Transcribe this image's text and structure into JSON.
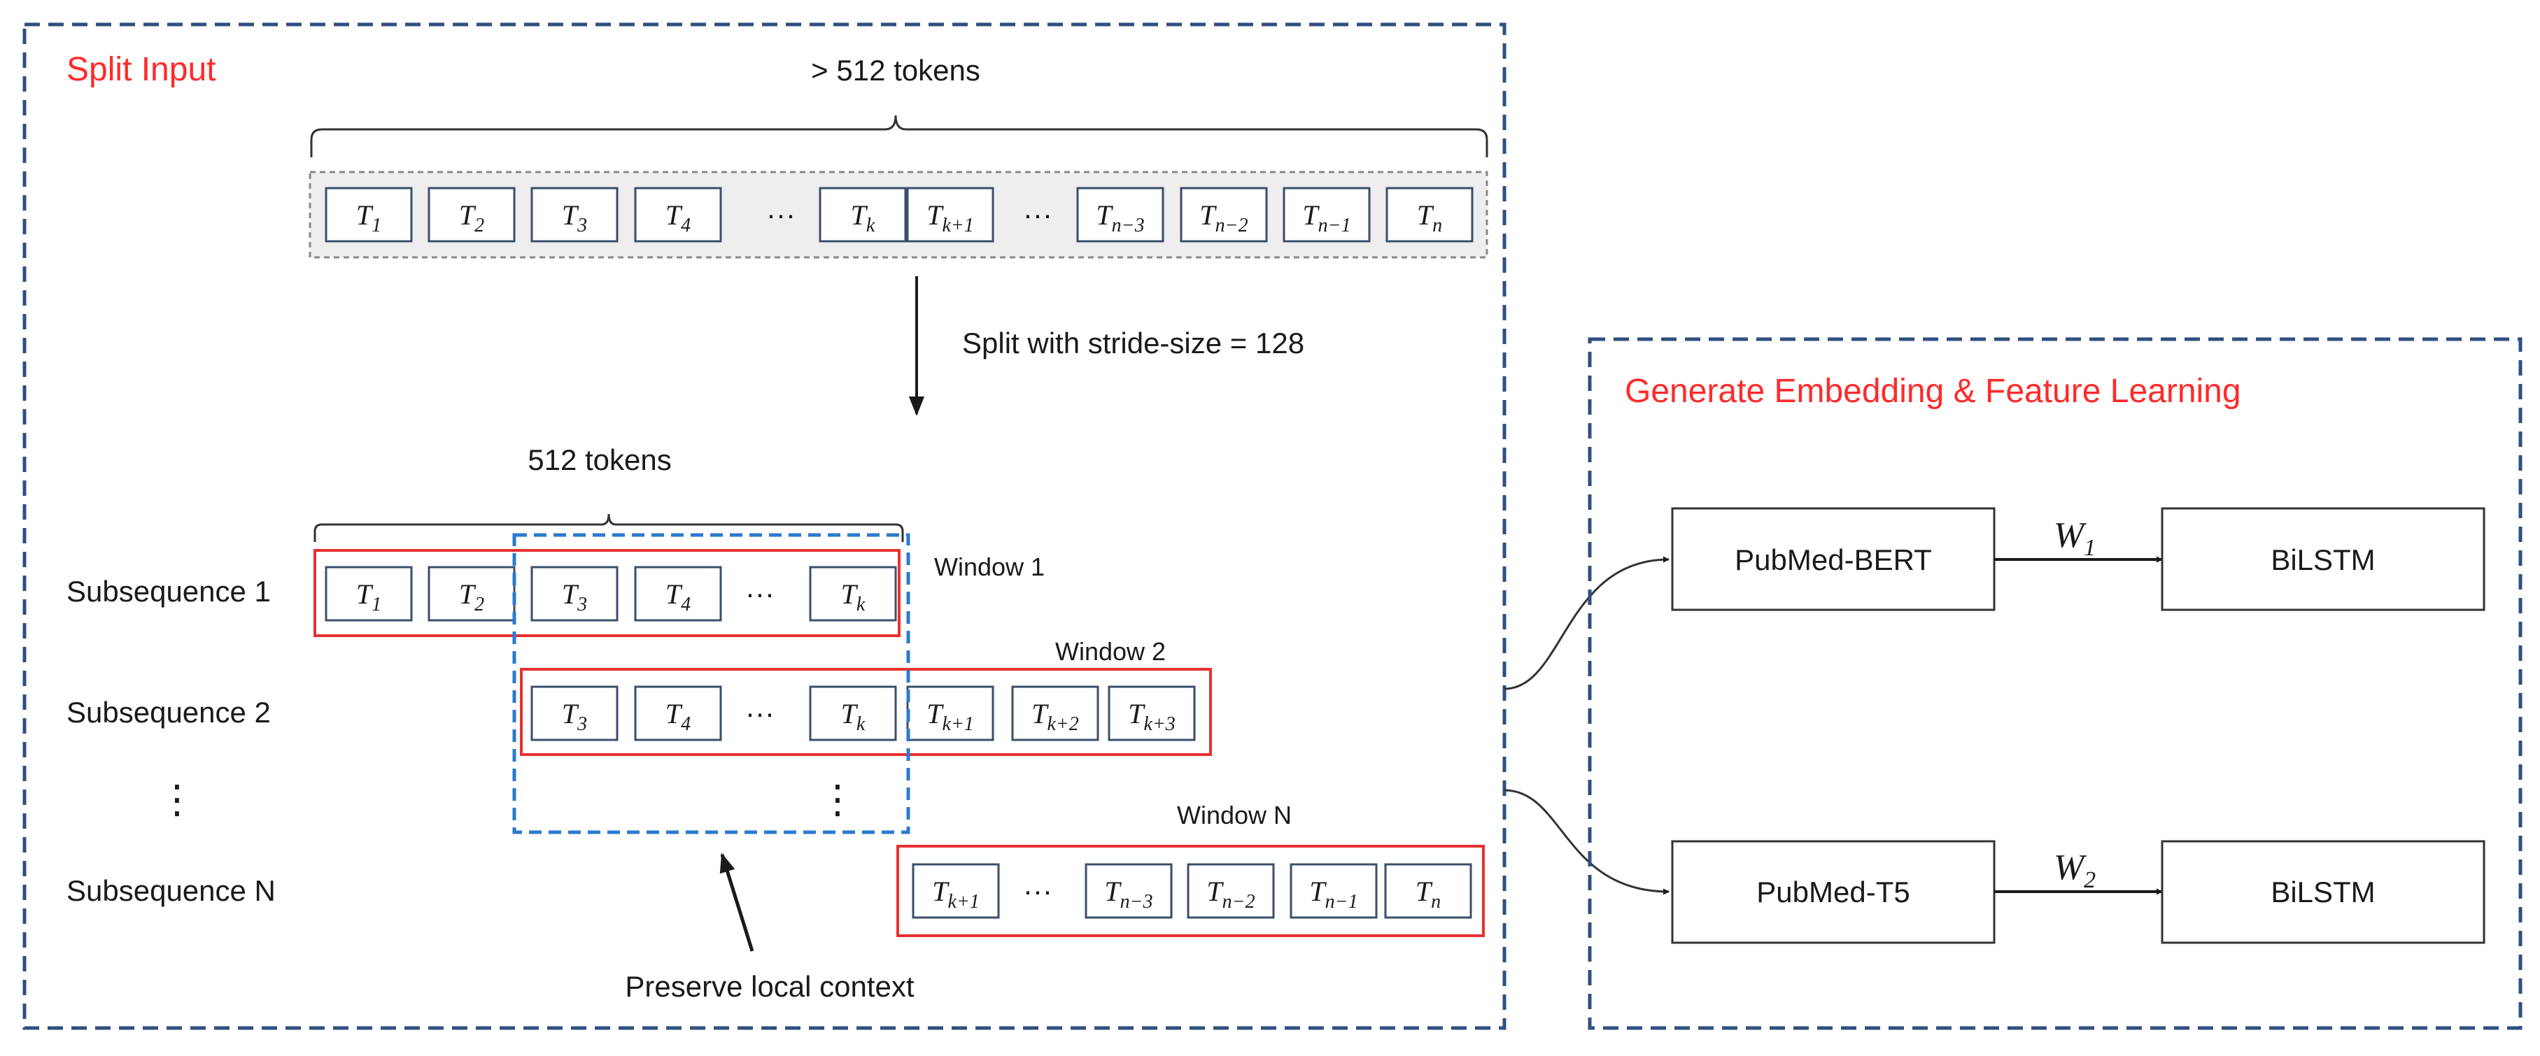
{
  "split_panel": {
    "title": "Split Input",
    "top_label": "> 512 tokens",
    "split_label": "Split with stride-size = 128",
    "window_label": "512 tokens",
    "context_label": "Preserve local context",
    "input_tokens": [
      {
        "b": "T",
        "s": "1"
      },
      {
        "b": "T",
        "s": "2"
      },
      {
        "b": "T",
        "s": "3"
      },
      {
        "b": "T",
        "s": "4"
      },
      {
        "b": "···",
        "s": ""
      },
      {
        "b": "T",
        "s": "k"
      },
      {
        "b": "T",
        "s": "k+1"
      },
      {
        "b": "···",
        "s": ""
      },
      {
        "b": "T",
        "s": "n−3"
      },
      {
        "b": "T",
        "s": "n−2"
      },
      {
        "b": "T",
        "s": "n−1"
      },
      {
        "b": "T",
        "s": "n"
      }
    ],
    "rows": [
      {
        "label": "Subsequence 1",
        "window": "Window 1",
        "tokens": [
          {
            "b": "T",
            "s": "1"
          },
          {
            "b": "T",
            "s": "2"
          },
          {
            "b": "T",
            "s": "3"
          },
          {
            "b": "T",
            "s": "4"
          },
          {
            "b": "···",
            "s": ""
          },
          {
            "b": "T",
            "s": "k"
          }
        ]
      },
      {
        "label": "Subsequence 2",
        "window": "Window 2",
        "tokens": [
          {
            "b": "T",
            "s": "3"
          },
          {
            "b": "T",
            "s": "4"
          },
          {
            "b": "···",
            "s": ""
          },
          {
            "b": "T",
            "s": "k"
          },
          {
            "b": "T",
            "s": "k+1"
          },
          {
            "b": "T",
            "s": "k+2"
          },
          {
            "b": "T",
            "s": "k+3"
          }
        ]
      },
      {
        "label": "Subsequence N",
        "window": "Window N",
        "tokens": [
          {
            "b": "T",
            "s": "k+1"
          },
          {
            "b": "···",
            "s": ""
          },
          {
            "b": "T",
            "s": "n−3"
          },
          {
            "b": "T",
            "s": "n−2"
          },
          {
            "b": "T",
            "s": "n−1"
          },
          {
            "b": "T",
            "s": "n"
          }
        ]
      }
    ],
    "vdots": "⋮"
  },
  "embed_panel": {
    "title": "Generate Embedding & Feature Learning",
    "pipelines": [
      {
        "model": "PubMed-BERT",
        "weight": {
          "b": "W",
          "s": "1"
        },
        "head": "BiLSTM"
      },
      {
        "model": "PubMed-T5",
        "weight": {
          "b": "W",
          "s": "2"
        },
        "head": "BiLSTM"
      }
    ]
  },
  "colors": {
    "panel_border": "#2f4f7f",
    "title_red": "#ff2a2a",
    "window_red": "#e83030",
    "overlap_blue": "#2a7ad0",
    "token_border": "#3a4f6a",
    "input_bg": "#eeeeee",
    "text": "#1a1a1a"
  }
}
